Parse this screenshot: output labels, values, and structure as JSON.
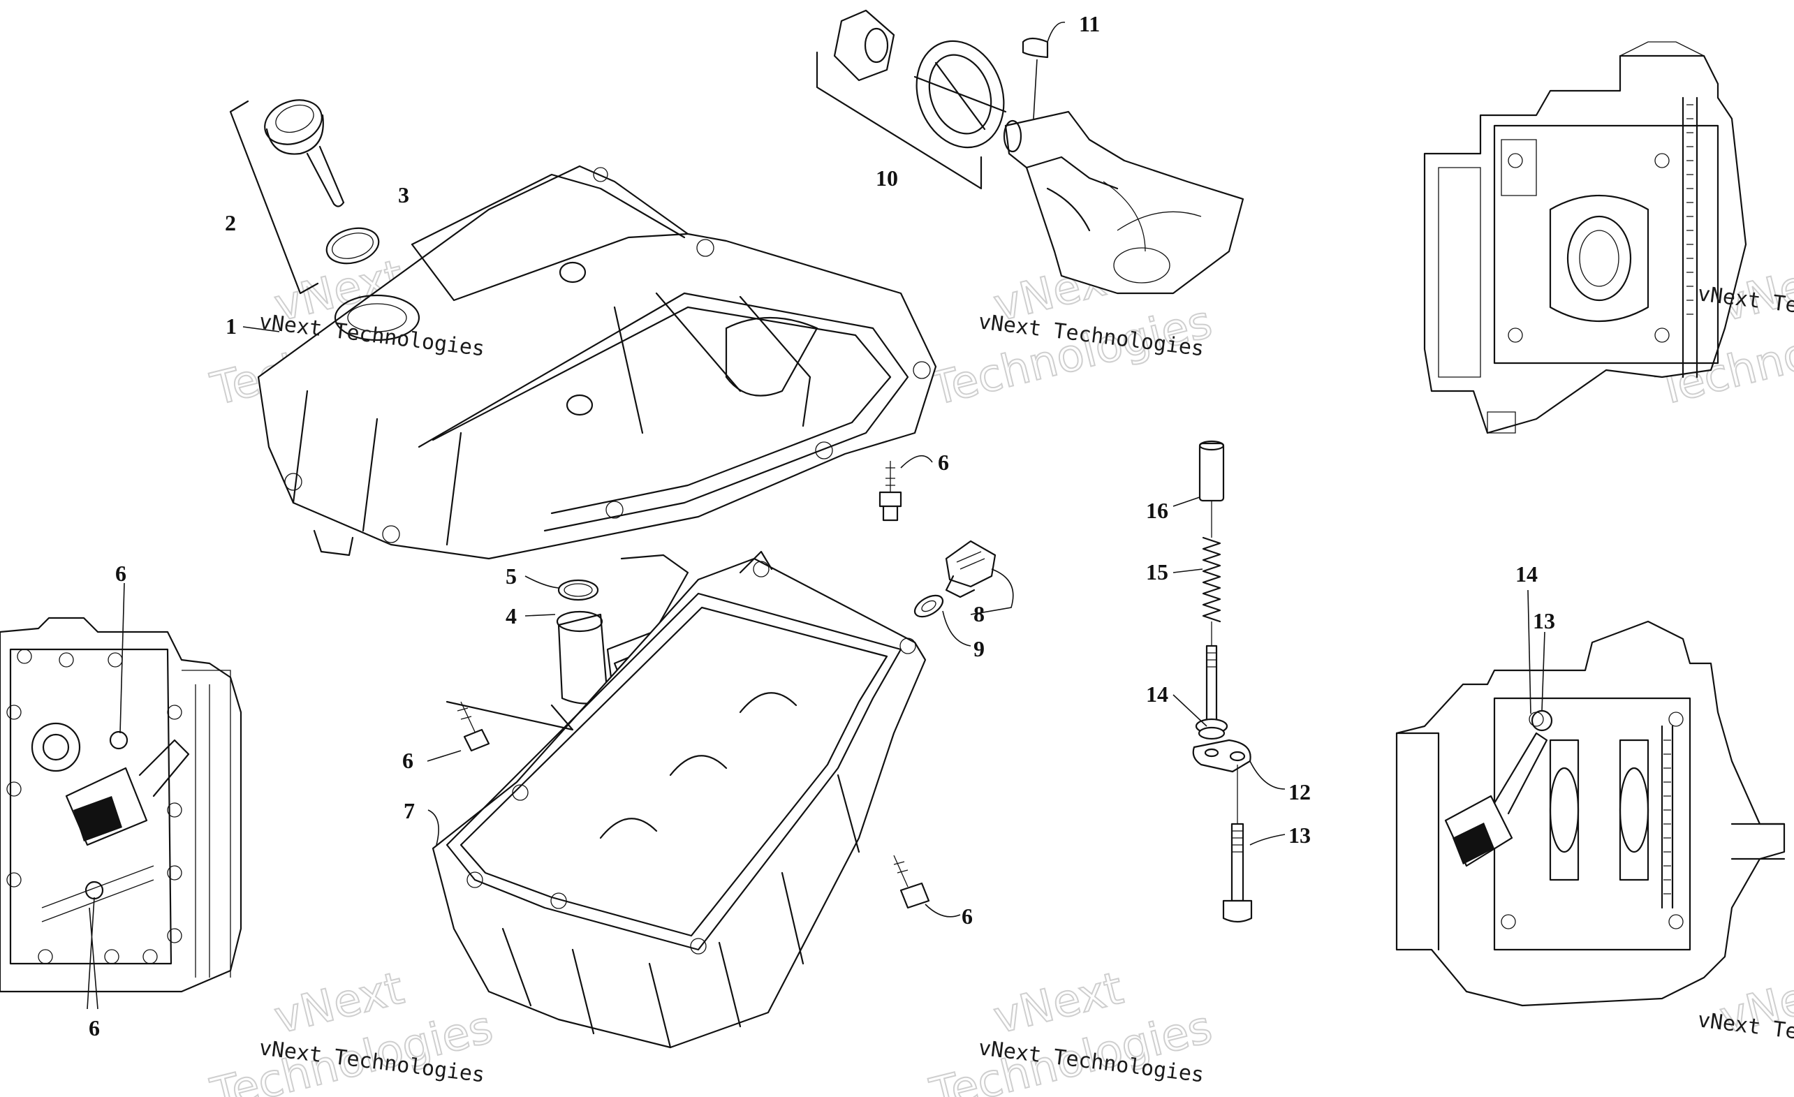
{
  "callouts": {
    "c1": "1",
    "c2": "2",
    "c3": "3",
    "c4": "4",
    "c5": "5",
    "c6a": "6",
    "c6b": "6",
    "c6c": "6",
    "c6d": "6",
    "c6e": "6",
    "c7": "7",
    "c8": "8",
    "c9": "9",
    "c10": "10",
    "c11": "11",
    "c12": "12",
    "c13a": "13",
    "c13b": "13",
    "c14a": "14",
    "c14b": "14",
    "c15": "15",
    "c16": "16"
  },
  "watermark": {
    "brand": "vNext Technologies",
    "outline_top": "vNext",
    "outline_bottom": "Technologies"
  },
  "colors": {
    "line": "#111111",
    "watermark_outline": "#cfcfcf",
    "background": "#ffffff"
  }
}
